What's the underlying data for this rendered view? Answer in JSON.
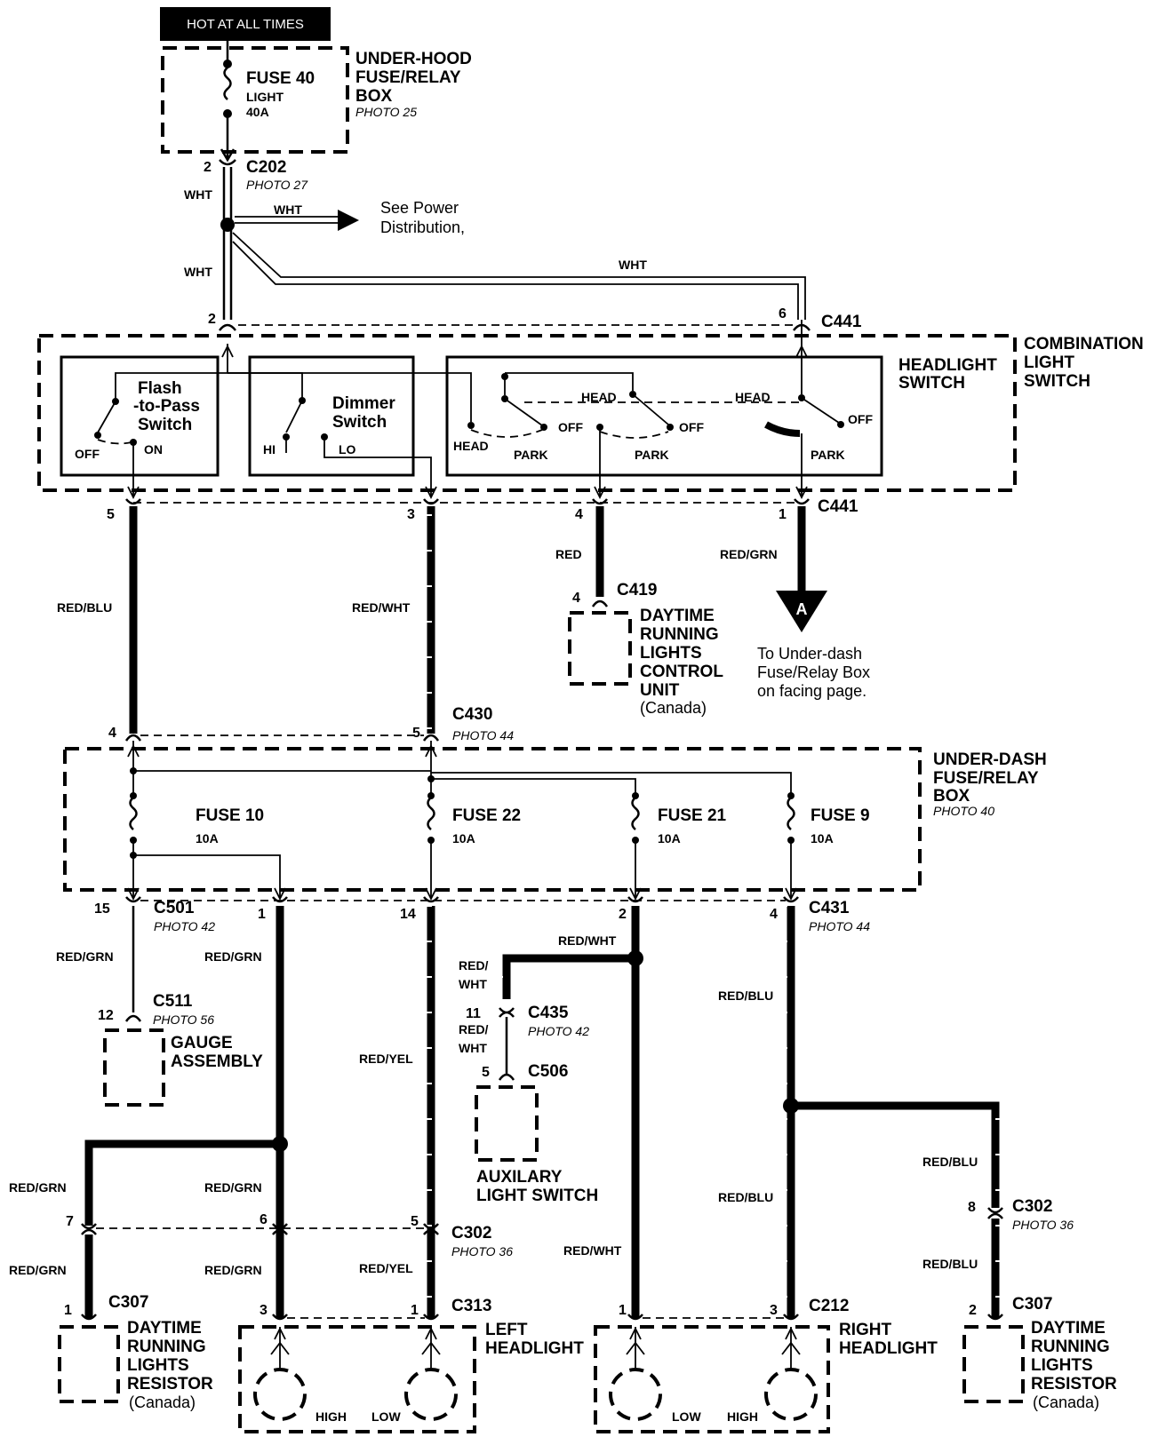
{
  "hot_label": "HOT AT ALL TIMES",
  "underhood": {
    "fuse": "FUSE 40",
    "fuse_sub1": "LIGHT",
    "fuse_sub2": "40A",
    "box_l1": "UNDER-HOOD",
    "box_l2": "FUSE/RELAY",
    "box_l3": "BOX",
    "photo": "PHOTO 25"
  },
  "c202": {
    "pin": "2",
    "name": "C202",
    "photo": "PHOTO 27"
  },
  "power_dist": {
    "l1": "See Power",
    "l2": "Distribution,"
  },
  "wire_wht": "WHT",
  "combo": {
    "l1": "COMBINATION",
    "l2": "LIGHT",
    "l3": "SWITCH",
    "hs_l1": "HEADLIGHT",
    "hs_l2": "SWITCH",
    "c441_top_pin_left": "2",
    "c441_top_pin_right": "6",
    "c441_name": "C441",
    "flash_l1": "Flash",
    "flash_l2": "-to-Pass",
    "flash_l3": "Switch",
    "off": "OFF",
    "on": "ON",
    "dimmer_l1": "Dimmer",
    "dimmer_l2": "Switch",
    "hi": "HI",
    "lo": "LO",
    "head": "HEAD",
    "park": "PARK"
  },
  "c441_bottom": {
    "pin5": "5",
    "pin3": "3",
    "pin4": "4",
    "pin1": "1",
    "name": "C441"
  },
  "wires_mid": {
    "red_blu": "RED/BLU",
    "red_wht": "RED/WHT",
    "red": "RED",
    "red_grn": "RED/GRN"
  },
  "c419": {
    "pin": "4",
    "name": "C419"
  },
  "drl_unit": {
    "l1": "DAYTIME",
    "l2": "RUNNING",
    "l3": "LIGHTS",
    "l4": "CONTROL",
    "l5": "UNIT",
    "l6": "(Canada)"
  },
  "conn_a": {
    "letter": "A",
    "l1": "To Under-dash",
    "l2": "Fuse/Relay Box",
    "l3": "on facing page."
  },
  "c430": {
    "pin4": "4",
    "pin5": "5",
    "name": "C430",
    "photo": "PHOTO 44"
  },
  "underdash": {
    "l1": "UNDER-DASH",
    "l2": "FUSE/RELAY",
    "l3": "BOX",
    "photo": "PHOTO 40",
    "fuses": [
      {
        "name": "FUSE 10",
        "rating": "10A"
      },
      {
        "name": "FUSE 22",
        "rating": "10A"
      },
      {
        "name": "FUSE 21",
        "rating": "10A"
      },
      {
        "name": "FUSE 9",
        "rating": "10A"
      }
    ]
  },
  "c501": {
    "pin": "15",
    "name": "C501",
    "photo": "PHOTO 42"
  },
  "c431": {
    "pin1": "1",
    "pin14": "14",
    "pin2": "2",
    "pin4": "4",
    "name": "C431",
    "photo": "PHOTO 44"
  },
  "wires_low": {
    "red_grn": "RED/GRN",
    "red_yel": "RED/YEL",
    "red_wht": "RED/WHT",
    "red_slash": "RED/",
    "wht": "WHT",
    "red_blu": "RED/BLU"
  },
  "c511": {
    "pin": "12",
    "name": "C511",
    "photo": "PHOTO 56"
  },
  "gauge": {
    "l1": "GAUGE",
    "l2": "ASSEMBLY"
  },
  "c435": {
    "pin": "11",
    "name": "C435",
    "photo": "PHOTO 42"
  },
  "c506": {
    "pin": "5",
    "name": "C506"
  },
  "aux": {
    "l1": "AUXILARY",
    "l2": "LIGHT SWITCH"
  },
  "c302": {
    "pin7": "7",
    "pin6": "6",
    "pin5": "5",
    "pin8": "8",
    "name": "C302",
    "photo": "PHOTO 36"
  },
  "c307": {
    "pin1": "1",
    "pin2": "2",
    "name": "C307"
  },
  "c313": {
    "pin3": "3",
    "pin1": "1",
    "name": "C313"
  },
  "c212": {
    "pin1": "1",
    "pin3": "3",
    "name": "C212"
  },
  "drl_res": {
    "l1": "DAYTIME",
    "l2": "RUNNING",
    "l3": "LIGHTS",
    "l4": "RESISTOR",
    "l5": "(Canada)"
  },
  "left_hl": {
    "l1": "LEFT",
    "l2": "HEADLIGHT",
    "high": "HIGH",
    "low": "LOW"
  },
  "right_hl": {
    "l1": "RIGHT",
    "l2": "HEADLIGHT",
    "high": "HIGH",
    "low": "LOW"
  }
}
